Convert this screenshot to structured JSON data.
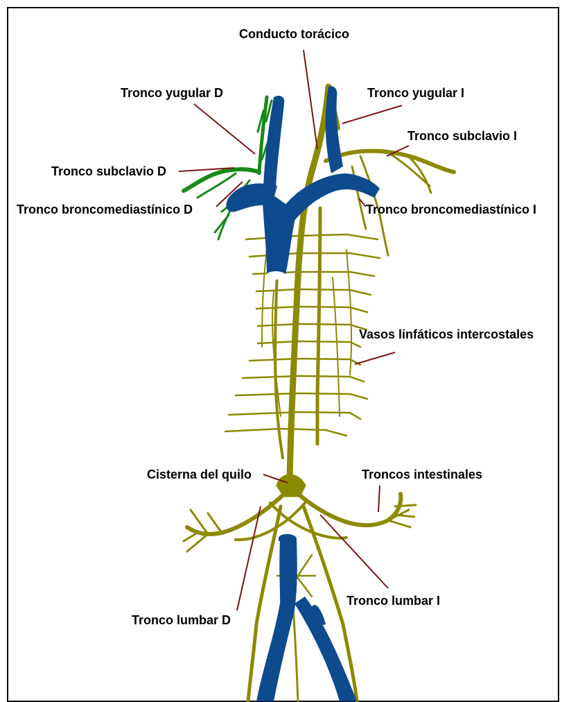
{
  "labels": {
    "conducto_toracico": "Conducto torácico",
    "tronco_yugular_d": "Tronco yugular D",
    "tronco_yugular_i": "Tronco yugular I",
    "tronco_subclavio_i": "Tronco subclavio I",
    "tronco_subclavio_d": "Tronco subclavio D",
    "tronco_bronco_d": "Tronco broncomediastínico D",
    "tronco_bronco_i": "Tronco broncomediastínico I",
    "vasos_intercostales": "Vasos linfáticos intercostales",
    "cisterna_quilo": "Cisterna del quilo",
    "troncos_intestinales": "Troncos intestinales",
    "tronco_lumbar_i": "Tronco lumbar  I",
    "tronco_lumbar_d": "Tronco lumbar  D"
  },
  "colors": {
    "vein": "#0e4a8e",
    "lymph": "#8c8a00",
    "right_lymph": "#178a17",
    "leader": "#7a1414",
    "border": "#000000"
  }
}
